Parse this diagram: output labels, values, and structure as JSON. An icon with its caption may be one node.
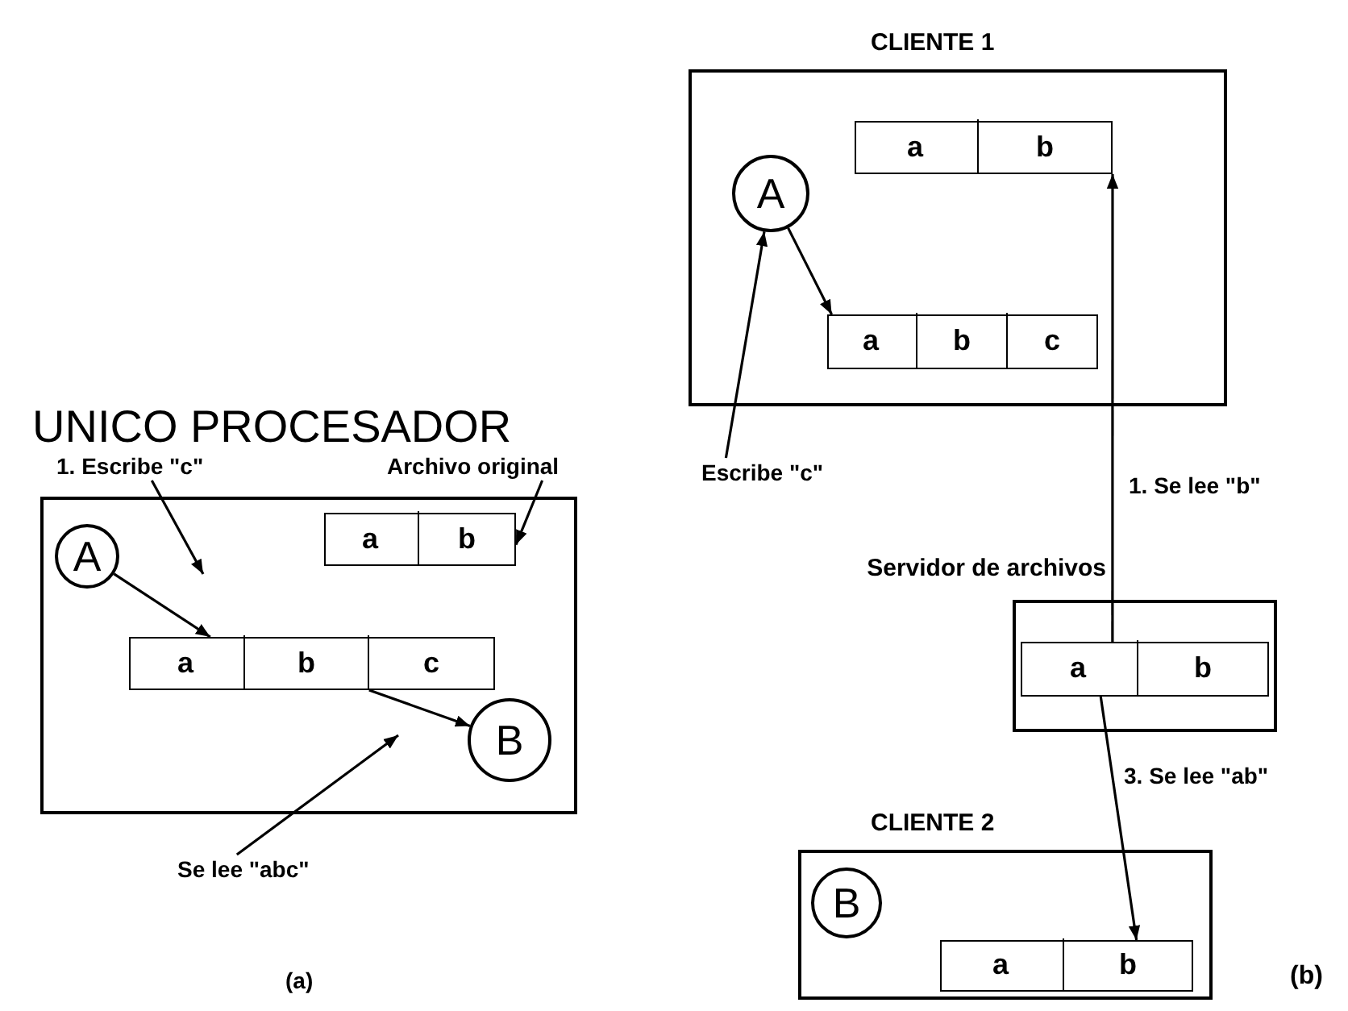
{
  "diagram": {
    "nodes": [
      {
        "text": [
          "1. Escribe \"c\""
        ]
      },
      {
        "text": [
          "Archivo original"
        ]
      },
      {
        "text": [],
        "shape": "box"
      },
      {
        "text": [
          "A"
        ],
        "in": 2
      },
      {
        "text": [],
        "shape": "box",
        "in": 2
      },
      {
        "text": [
          "a"
        ],
        "in": 4
      },
      {
        "text": [
          "b"
        ],
        "in": 4
      },
      {
        "text": [],
        "shape": "box",
        "in": 2
      },
      {
        "text": [
          "a"
        ],
        "in": 7
      },
      {
        "text": [
          "b"
        ],
        "in": 7
      },
      {
        "text": [
          "c"
        ],
        "in": 7
      },
      {
        "text": [
          "B"
        ],
        "in": 2
      },
      {
        "text": [
          "Se lee \"abc\""
        ]
      },
      {
        "text": [
          "CLIENTE 1"
        ]
      },
      {
        "text": [
          "A"
        ],
        "in": 13
      },
      {
        "text": [],
        "shape": "box",
        "in": 13
      },
      {
        "text": [
          "a"
        ],
        "in": 15
      },
      {
        "text": [
          "b"
        ],
        "in": 15
      },
      {
        "text": [],
        "shape": "box",
        "in": 13
      },
      {
        "text": [
          "a"
        ],
        "in": 18
      },
      {
        "text": [
          "b"
        ],
        "in": 18
      },
      {
        "text": [
          "c"
        ],
        "in": 18
      },
      {
        "text": [
          "Escribe \"c\""
        ]
      },
      {
        "text": [
          "Servidor de archivos"
        ]
      },
      {
        "text": [],
        "shape": "box",
        "in": 23
      },
      {
        "text": [
          "a"
        ],
        "in": 24
      },
      {
        "text": [
          "b"
        ],
        "in": 24
      },
      {
        "text": [
          "CLIENTE 2"
        ]
      },
      {
        "text": [
          "B"
        ],
        "in": 27
      },
      {
        "text": [],
        "shape": "box",
        "in": 27
      },
      {
        "text": [
          "a"
        ],
        "in": 29
      },
      {
        "text": [
          "b"
        ],
        "in": 29
      }
    ],
    "edges": [
      {
        "from": 0,
        "to": null,
        "arrow": "to"
      },
      {
        "from": 1,
        "to": 4,
        "arrow": "to"
      },
      {
        "from": 3,
        "to": 8,
        "arrow": "to"
      },
      {
        "from": 7,
        "to": 11,
        "arrow": "to"
      },
      {
        "from": 12,
        "to": null,
        "arrow": "to"
      },
      {
        "from": 14,
        "to": 19,
        "arrow": "to"
      },
      {
        "from": 22,
        "to": 14,
        "arrow": "to"
      },
      {
        "from": 25,
        "to": 17,
        "arrow": "to",
        "label": "1. Se lee \"b\""
      },
      {
        "from": 25,
        "to": 31,
        "arrow": "to",
        "label": "3. Se lee \"ab\""
      }
    ],
    "labels": [
      "UNICO PROCESADOR",
      "(a)",
      "(b)"
    ]
  }
}
